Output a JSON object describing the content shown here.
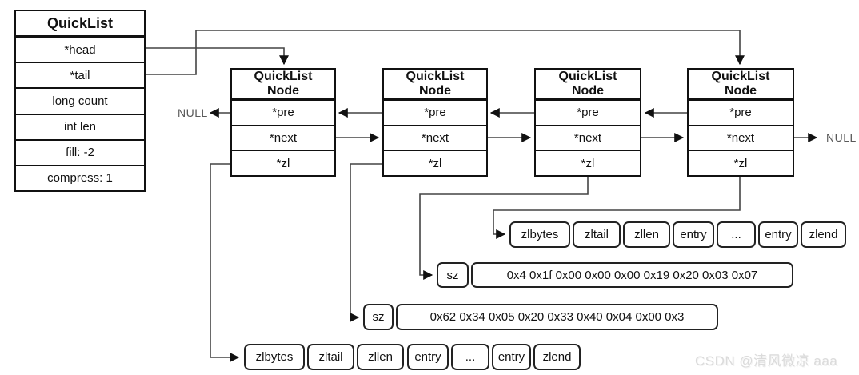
{
  "quicklist": {
    "title": "QuickList",
    "rows": [
      "*head",
      "*tail",
      "long count",
      "int len",
      "fill: -2",
      "compress: 1"
    ]
  },
  "nodes": [
    {
      "title": "QuickList\nNode",
      "rows": [
        "*pre",
        "*next",
        "*zl"
      ]
    },
    {
      "title": "QuickList\nNode",
      "rows": [
        "*pre",
        "*next",
        "*zl"
      ]
    },
    {
      "title": "QuickList\nNode",
      "rows": [
        "*pre",
        "*next",
        "*zl"
      ]
    },
    {
      "title": "QuickList\nNode",
      "rows": [
        "*pre",
        "*next",
        "*zl"
      ]
    }
  ],
  "null_labels": {
    "left": "NULL",
    "right": "NULL"
  },
  "ziplists": [
    {
      "cells": [
        "zlbytes",
        "zltail",
        "zllen",
        "entry",
        "...",
        "entry",
        "zlend"
      ]
    },
    {
      "cells": [
        "zlbytes",
        "zltail",
        "zllen",
        "entry",
        "...",
        "entry",
        "zlend"
      ]
    }
  ],
  "sz_rows": [
    {
      "label": "sz",
      "value": "0x4 0x1f 0x00 0x00 0x00 0x19 0x20 0x03 0x07"
    },
    {
      "label": "sz",
      "value": "0x62 0x34 0x05 0x20 0x33 0x40 0x04 0x00 0x3"
    }
  ],
  "watermark": "CSDN @清风微凉 aaa",
  "colors": {
    "box_border": "#111111",
    "connector": "#404040",
    "null_text": "#595959",
    "watermark": "#dbdbdb",
    "background": "#ffffff"
  }
}
